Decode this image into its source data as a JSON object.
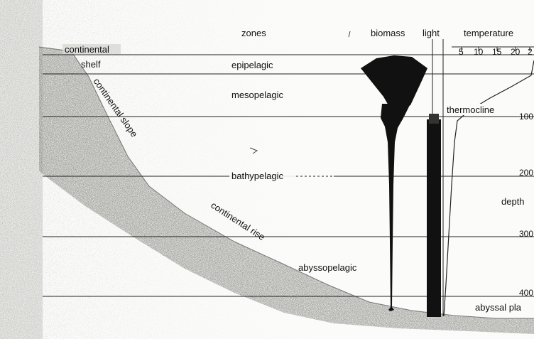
{
  "headers": {
    "zones": "zones",
    "biomass": "biomass",
    "light": "light",
    "temperature": "temperature"
  },
  "temperature_ticks": [
    "5",
    "10",
    "15",
    "20",
    "2"
  ],
  "depth_ticks": [
    "100",
    "200",
    "300",
    "400"
  ],
  "depth_label": "depth",
  "zones": [
    "epipelagic",
    "mesopelagic",
    "bathypelagic",
    "abyssopelagic"
  ],
  "features": {
    "continental": "continental",
    "shelf": "shelf",
    "slope": "continental slope",
    "rise": "continental rise",
    "thermocline": "thermocline",
    "abyssal_plain": "abyssal pla"
  },
  "colors": {
    "ink": "#111111",
    "seafloor": "#8a8a86",
    "land_noise": "#cfcfcb"
  }
}
